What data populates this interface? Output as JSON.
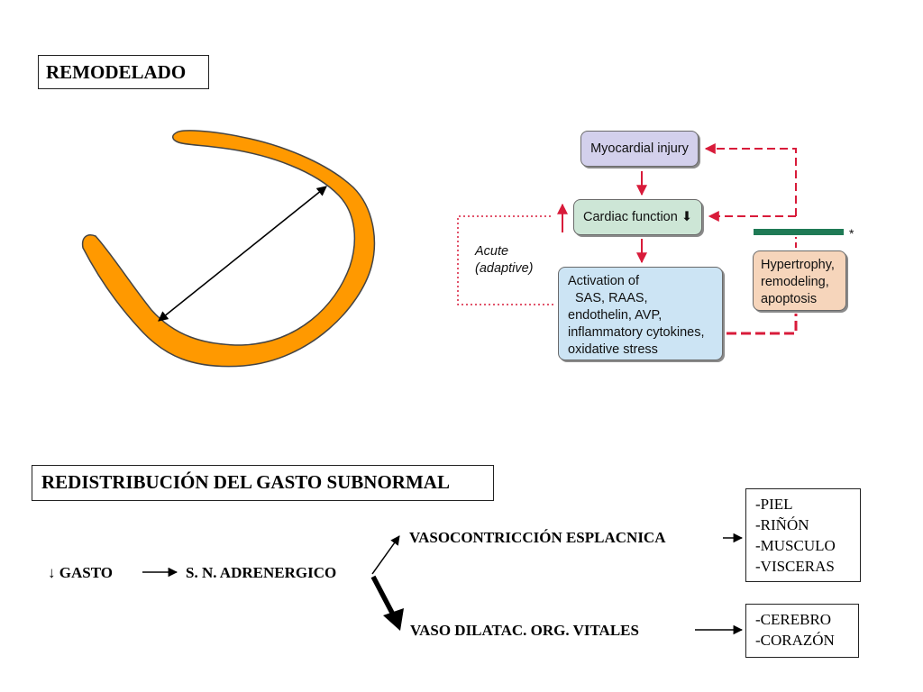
{
  "title_remodelado": "REMODELADO",
  "title_redistribucion": "REDISTRIBUCIÓN DEL GASTO SUBNORMAL",
  "flowchart": {
    "myocardial_injury": "Myocardial injury",
    "cardiac_function": "Cardiac function ⬇",
    "activation": [
      "Activation of",
      "SAS, RAAS,",
      "endothelin, AVP,",
      "inflammatory cytokines,",
      "oxidative stress"
    ],
    "hypertrophy": [
      "Hypertrophy,",
      "remodeling,",
      "apoptosis"
    ],
    "acute": [
      "Acute",
      "(adaptive)"
    ],
    "star": "*"
  },
  "flow": {
    "gasto": "↓ GASTO",
    "sn": "S. N. ADRENERGICO",
    "vasocontriccion": "VASOCONTRICCIÓN ESPLACNICA",
    "vasodilatac": "VASO DILATAC. ORG. VITALES",
    "list1": [
      "-PIEL",
      "-RIÑÓN",
      "-MUSCULO",
      "-VISCERAS"
    ],
    "list2": [
      "-CEREBRO",
      "-CORAZÓN"
    ]
  },
  "colors": {
    "ventricle": "#ff9900",
    "injury_box": "#d3d0ec",
    "cardiac_box": "#cde6d6",
    "activation_box": "#cce4f4",
    "hypertrophy_box": "#f6d5bb",
    "feedback_red": "#d81b3a",
    "bar_green": "#1f7a55"
  }
}
